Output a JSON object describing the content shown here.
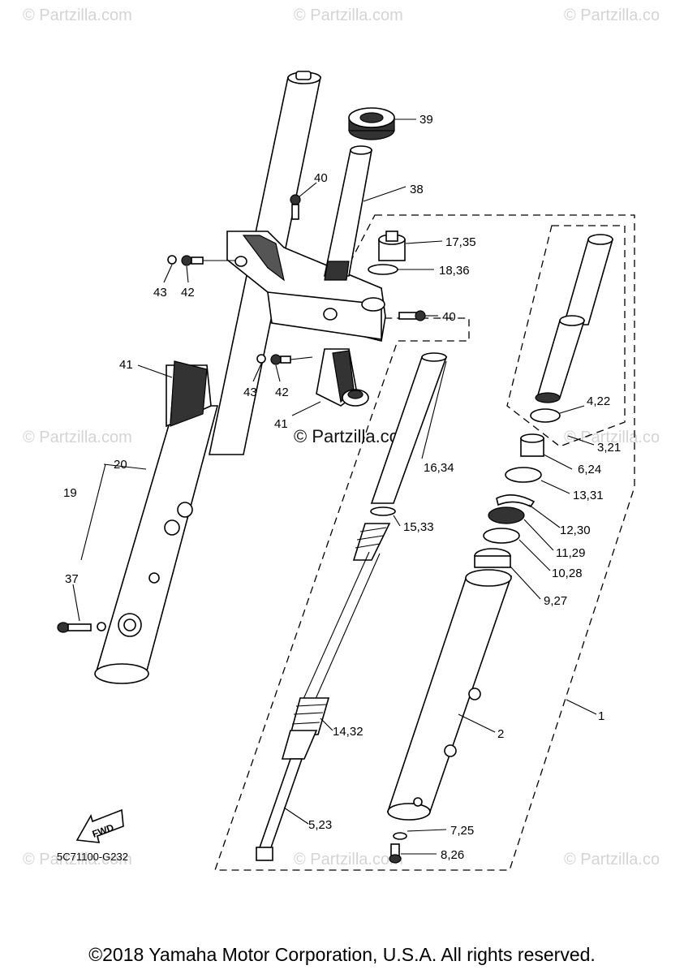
{
  "watermarks": {
    "tl": "© Partzilla.com",
    "tc": "© Partzilla.com",
    "tr": "© Partzilla.co",
    "ml": "© Partzilla.com",
    "mr": "© Partzilla.co",
    "bl": "© Partzilla.com",
    "bc": "© Partzilla.com",
    "br": "© Partzilla.co",
    "center": "© Partzilla.com"
  },
  "diagram_code": "5C71100-G232",
  "fwd_label": "FWD",
  "copyright": "©2018 Yamaha Motor Corporation, U.S.A. All rights reserved.",
  "callouts": {
    "p39": "39",
    "p38": "38",
    "p40a": "40",
    "p40b": "40",
    "p17": "17,35",
    "p18": "18,36",
    "p43a": "43",
    "p42a": "42",
    "p43b": "43",
    "p42b": "42",
    "p41a": "41",
    "p41b": "41",
    "p4": "4,22",
    "p3": "3,21",
    "p6": "6,24",
    "p13": "13,31",
    "p12": "12,30",
    "p11": "11,29",
    "p10": "10,28",
    "p9": "9,27",
    "p16": "16,34",
    "p15": "15,33",
    "p14": "14,32",
    "p20": "20",
    "p19": "19",
    "p37": "37",
    "p1": "1",
    "p2": "2",
    "p5": "5,23",
    "p7": "7,25",
    "p8": "8,26"
  }
}
